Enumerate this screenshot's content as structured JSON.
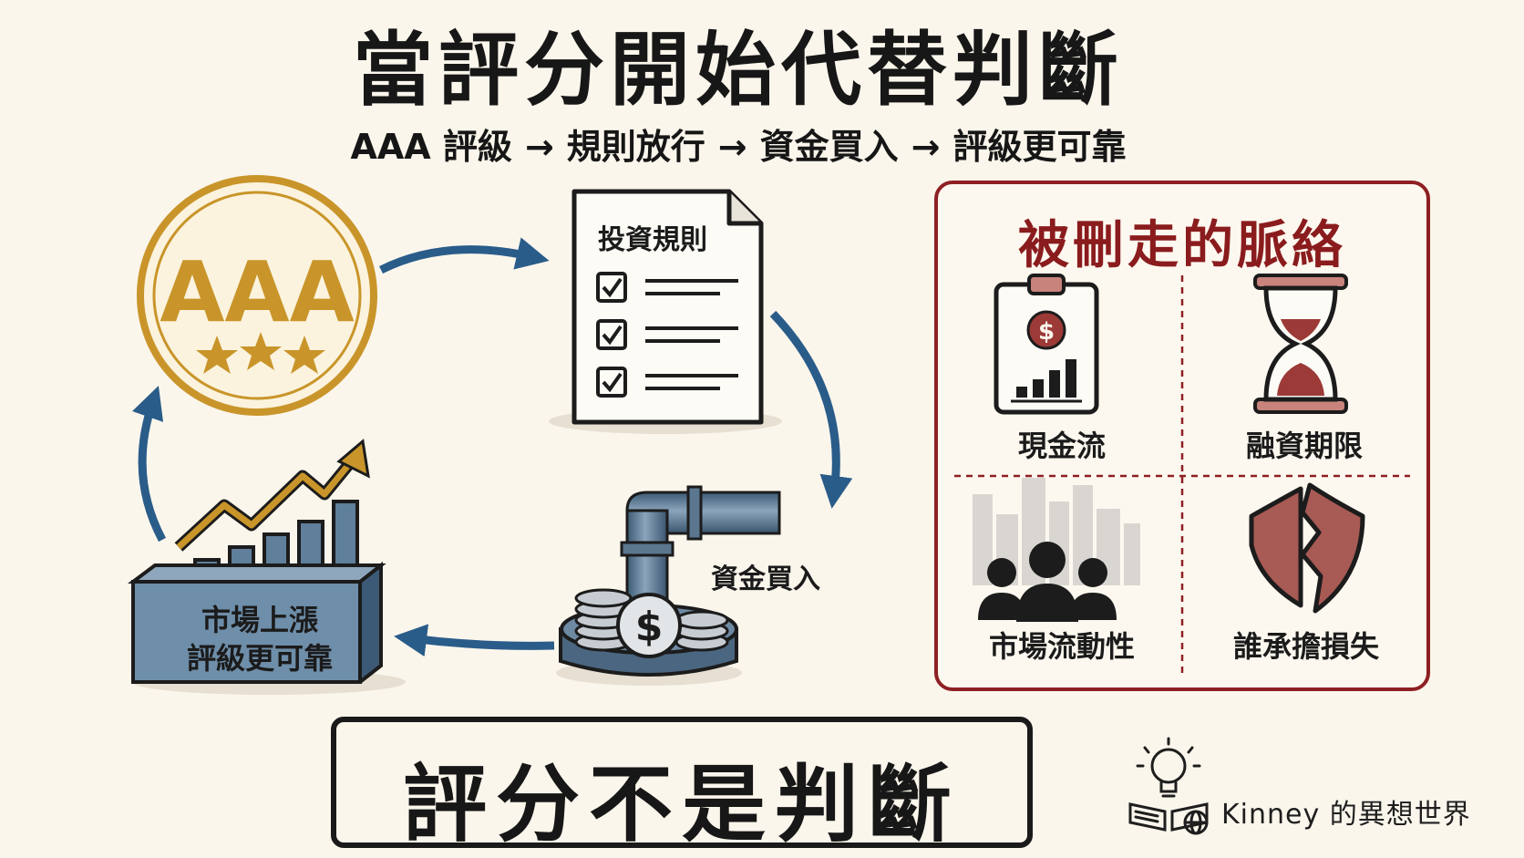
{
  "title": "當評分開始代替判斷",
  "subtitle": {
    "steps": [
      "AAA 評級",
      "規則放行",
      "資金買入",
      "評級更可靠"
    ],
    "arrow": "→"
  },
  "cycle": {
    "rating_badge": "AAA",
    "rules_title": "投資規則",
    "funds_label": "資金買入",
    "market_line1": "市場上漲",
    "market_line2": "評級更可靠"
  },
  "panel": {
    "title": "被刪走的脈絡",
    "items": [
      {
        "label": "現金流",
        "icon": "cash-flow-clipboard-icon"
      },
      {
        "label": "融資期限",
        "icon": "hourglass-icon"
      },
      {
        "label": "市場流動性",
        "icon": "crowd-city-icon"
      },
      {
        "label": "誰承擔損失",
        "icon": "broken-shield-icon"
      }
    ]
  },
  "banner": "評分不是判斷",
  "brand": "Kinney 的異想世界",
  "colors": {
    "background": "#fbf6ec",
    "gold": "#c9952a",
    "arrow_blue": "#2a5c8a",
    "panel_red": "#8e1f22",
    "steel": "#4f6f8c"
  }
}
